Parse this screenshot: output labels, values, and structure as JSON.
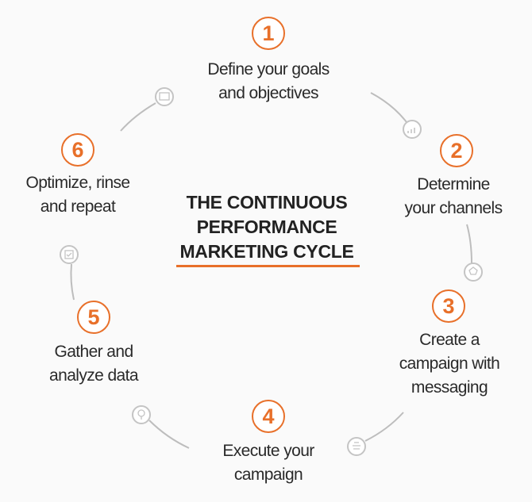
{
  "title": {
    "lines": [
      "THE CONTINUOUS",
      "PERFORMANCE",
      "MARKETING CYCLE"
    ]
  },
  "accent_color": "#e8702a",
  "steps": [
    {
      "number": "1",
      "lines": [
        "Define your goals",
        "and objectives"
      ]
    },
    {
      "number": "2",
      "lines": [
        "Determine",
        "your channels"
      ]
    },
    {
      "number": "3",
      "lines": [
        "Create a",
        "campaign with",
        "messaging"
      ]
    },
    {
      "number": "4",
      "lines": [
        "Execute your",
        "campaign"
      ]
    },
    {
      "number": "5",
      "lines": [
        "Gather and",
        "analyze data"
      ]
    },
    {
      "number": "6",
      "lines": [
        "Optimize, rinse",
        "and repeat"
      ]
    }
  ],
  "connector_icons": [
    "presentation-icon",
    "bar-chart-icon",
    "badge-icon",
    "megaphone-icon",
    "lightbulb-icon",
    "checklist-icon"
  ]
}
